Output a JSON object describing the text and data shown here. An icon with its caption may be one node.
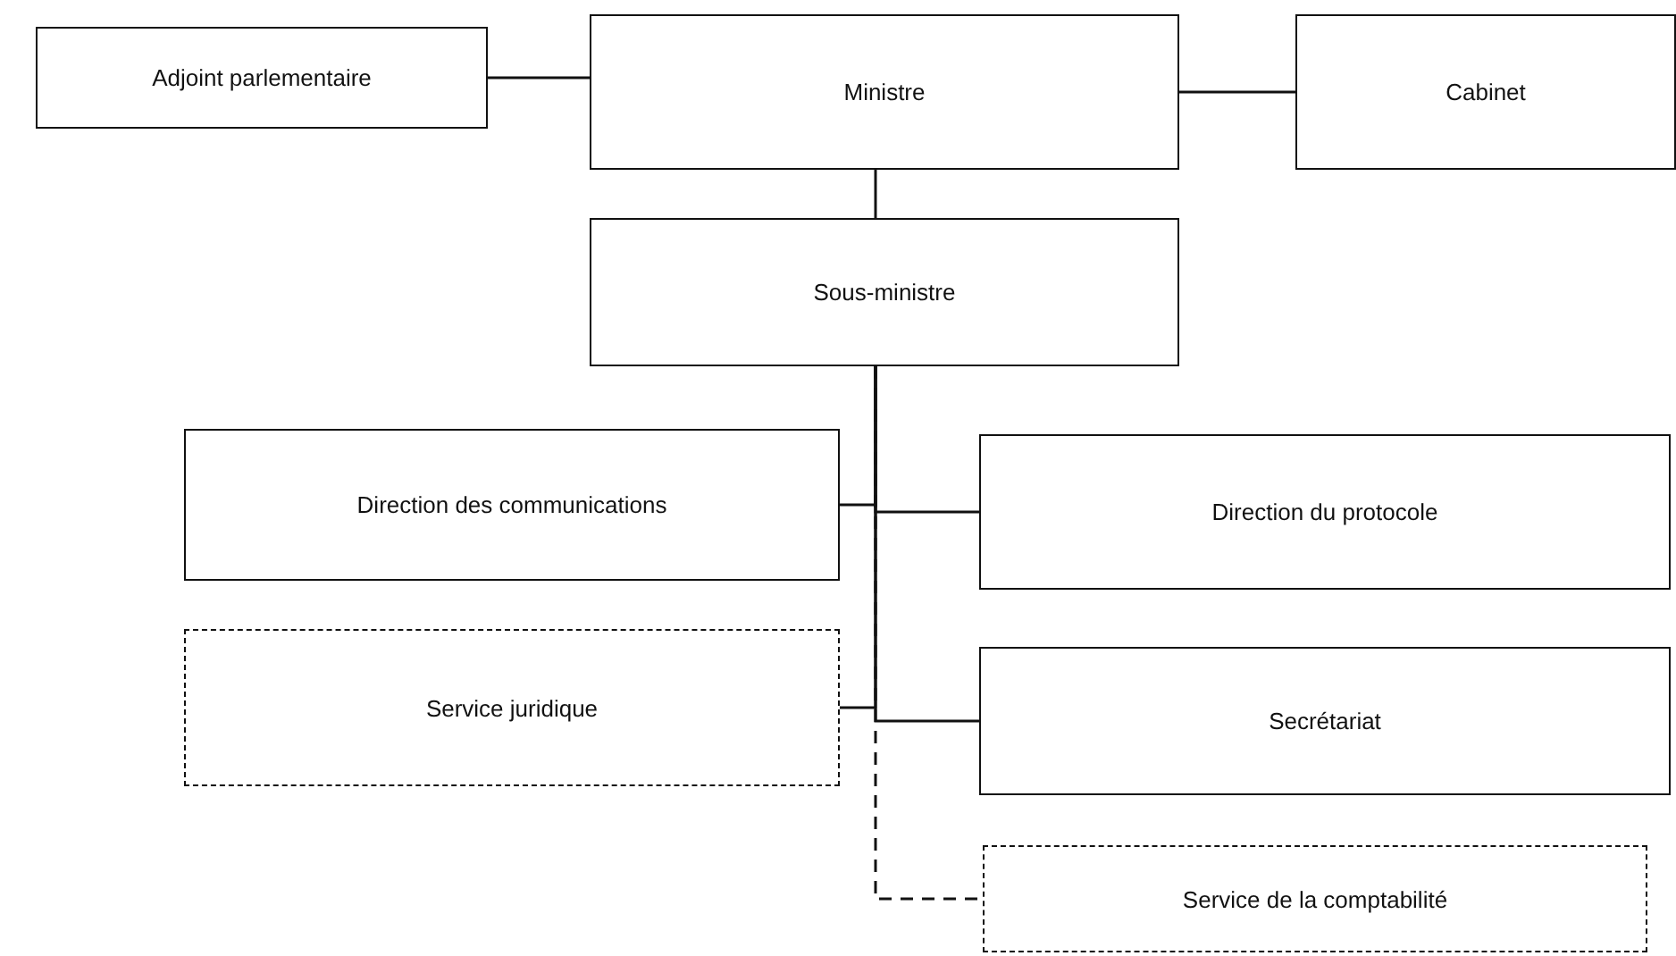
{
  "diagram": {
    "nodes": [
      {
        "text": [
          "Adjoint parlementaire"
        ]
      },
      {
        "text": [
          "Ministre"
        ]
      },
      {
        "text": [
          "Cabinet"
        ]
      },
      {
        "text": [
          "Sous-ministre"
        ]
      },
      {
        "text": [
          "Direction des communications"
        ]
      },
      {
        "text": [
          "Direction du protocole"
        ]
      },
      {
        "text": [
          "Service juridique"
        ]
      },
      {
        "text": [
          "Secrétariat"
        ]
      },
      {
        "text": [
          "Service de la comptabilité"
        ]
      }
    ],
    "edges": [
      {
        "from": 0,
        "to": 1,
        "arrow": "none"
      },
      {
        "from": 1,
        "to": 2,
        "arrow": "none"
      },
      {
        "from": 1,
        "to": 3,
        "arrow": "none"
      },
      {
        "from": 3,
        "to": 4,
        "arrow": "none"
      },
      {
        "from": 3,
        "to": 5,
        "arrow": "none"
      },
      {
        "from": 3,
        "to": 6,
        "arrow": "none"
      },
      {
        "from": 3,
        "to": 7,
        "arrow": "none"
      },
      {
        "from": 3,
        "to": 8,
        "arrow": "none",
        "style": "dashed"
      }
    ]
  }
}
